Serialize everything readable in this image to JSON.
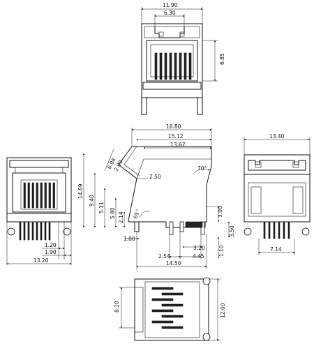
{
  "top_view": {
    "width_total": "11.90",
    "width_inner": "6.30",
    "height_side": "6.85"
  },
  "side_view": {
    "length_top": "16.80",
    "length_mid": "15.12",
    "length_inner": "13.67",
    "angle_top": "6.04",
    "angle_sub": "2.00",
    "slot": "2.50",
    "angle_deg": "70°",
    "height_total": "14.69",
    "height_mid": "9.40",
    "height_lower": "5.11",
    "height_small": "5.80",
    "height_tiny": "2.14",
    "angle_small": "65°",
    "offset_left": "1.00",
    "pin_len": "3.00",
    "pin_pitch": "3.50",
    "pin_a": "3.20",
    "pin_b": "1.10",
    "pin_sp": "2.54",
    "pin_sp2": "4.45",
    "base_len": "14.50"
  },
  "front_left": {
    "pitch_a": "1.20",
    "pitch_b": "1.90",
    "width": "13.20"
  },
  "front_right": {
    "width": "13.40",
    "pin_span": "7.14"
  },
  "bottom_view": {
    "height_inner": "8.10",
    "height_total": "12.00"
  }
}
